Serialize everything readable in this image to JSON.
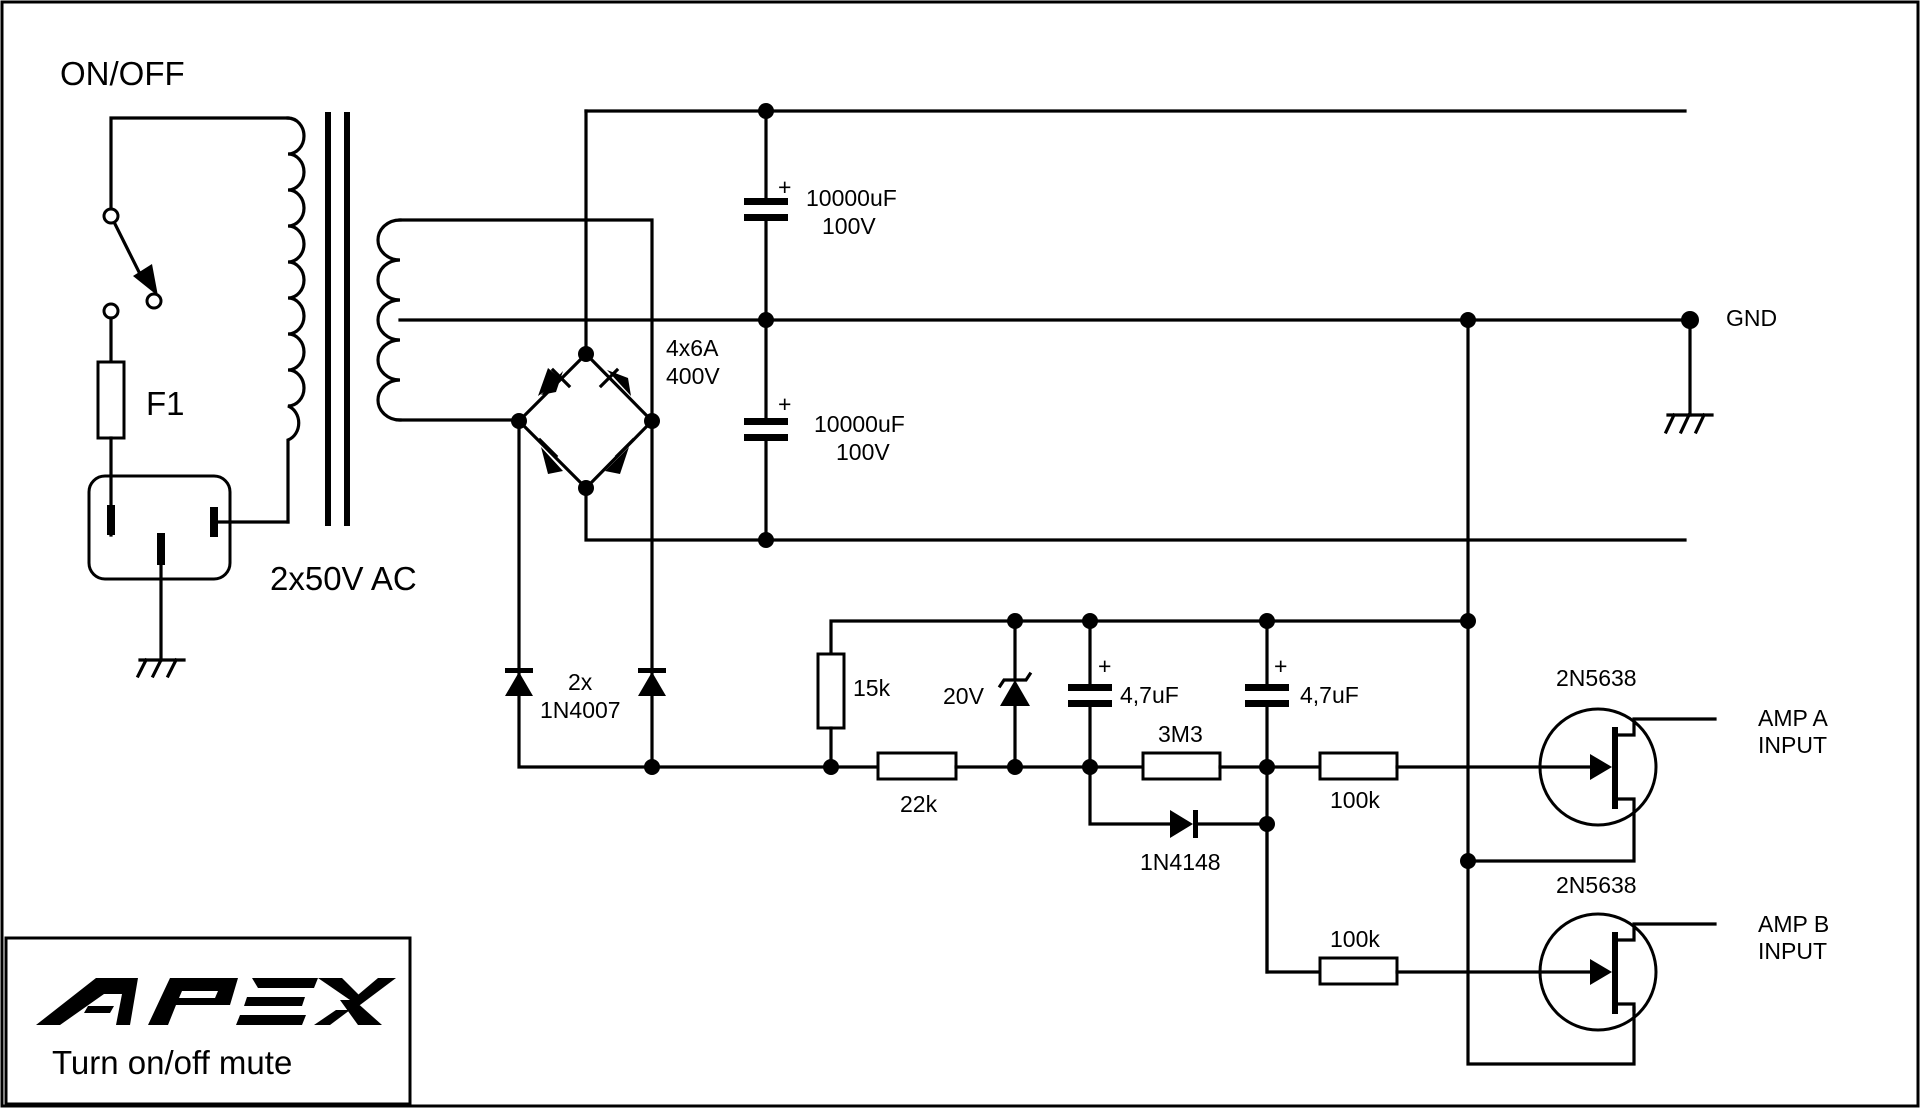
{
  "switch": {
    "label": "ON/OFF"
  },
  "fuse": {
    "label": "F1"
  },
  "transformer": {
    "label": "2x50V AC"
  },
  "bridge": {
    "label_line1": "4x6A",
    "label_line2": "400V"
  },
  "cap_top": {
    "value": "10000uF",
    "voltage": "100V",
    "polarity": "+"
  },
  "cap_bottom": {
    "value": "10000uF",
    "voltage": "100V",
    "polarity": "+"
  },
  "ground": {
    "label": "GND"
  },
  "diodes_rect": {
    "label_line1": "2x",
    "label_line2": "1N4007"
  },
  "r_15k": {
    "label": "15k"
  },
  "r_22k": {
    "label": "22k"
  },
  "zener": {
    "label": "20V"
  },
  "cap_47_a": {
    "label": "4,7uF",
    "polarity": "+"
  },
  "cap_47_b": {
    "label": "4,7uF",
    "polarity": "+"
  },
  "r_3m3": {
    "label": "3M3"
  },
  "diode_1n4148": {
    "label": "1N4148"
  },
  "r_100k_a": {
    "label": "100k"
  },
  "r_100k_b": {
    "label": "100k"
  },
  "jfet_a": {
    "label": "2N5638"
  },
  "jfet_b": {
    "label": "2N5638"
  },
  "out_a": {
    "line1": "AMP A",
    "line2": "INPUT"
  },
  "out_b": {
    "line1": "AMP B",
    "line2": "INPUT"
  },
  "title_block": {
    "brand": "APEX",
    "caption": "Turn on/off mute"
  }
}
